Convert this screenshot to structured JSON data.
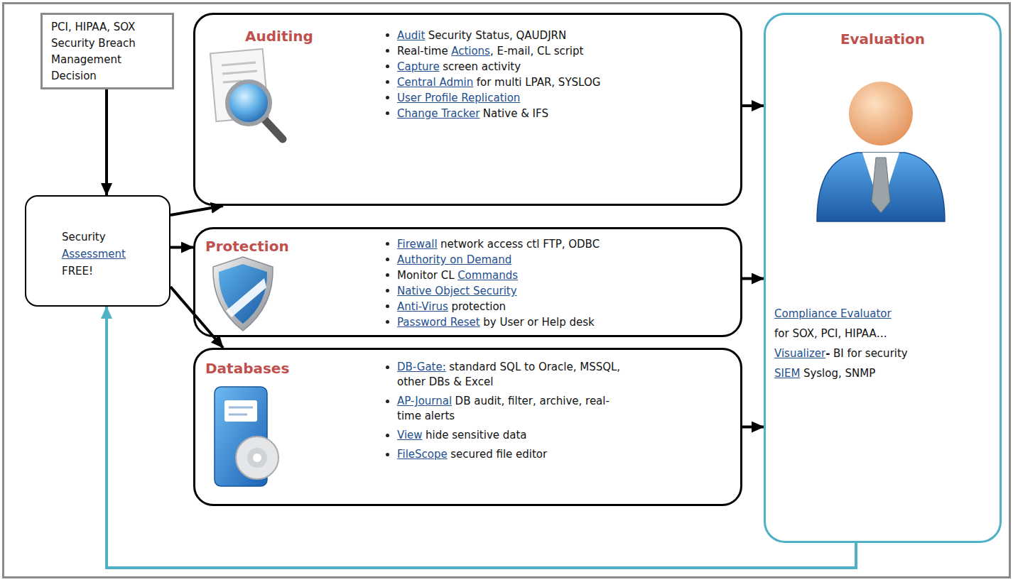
{
  "diagram": {
    "nodes": [
      {
        "text": [
          "PCI, HIPAA, SOX Security Breach Management Decision"
        ]
      },
      {
        "text": [
          "Security",
          "Assessment",
          "FREE!"
        ]
      },
      {
        "text": [
          "Auditing",
          "Audit",
          "Security Status, QAUDJRN",
          "Real-time",
          "Actions",
          ", E-mail, CL script",
          "Capture",
          "screen activity",
          "Central Admin",
          "for multi LPAR, SYSLOG",
          "User Profile Replication",
          "Change Tracker",
          "Native & IFS"
        ]
      },
      {
        "text": [
          "Protection",
          "Firewall",
          "network access ctl FTP, ODBC",
          "Authority on Demand",
          "Monitor CL",
          "Commands",
          "Native Object Security",
          "Anti-Virus",
          "protection",
          "Password Reset",
          "by User or Help desk"
        ]
      },
      {
        "text": [
          "Databases",
          "DB-Gate:",
          "standard SQL to Oracle, MSSQL, other DBs & Excel",
          "AP-Journal",
          "DB audit, filter, archive, real-time alerts",
          "View",
          "hide sensitive data",
          "FileScope",
          "secured file editor"
        ]
      },
      {
        "text": [
          "Evaluation",
          "Compliance Evaluator",
          "for SOX, PCI, HIPAA…",
          "Visualizer",
          "-",
          "BI for security",
          "SIEM",
          "Syslog, SNMP"
        ]
      }
    ],
    "edges": [
      {
        "from": 0,
        "to": 1,
        "arrow": "to"
      },
      {
        "from": 1,
        "to": 2,
        "arrow": "to"
      },
      {
        "from": 1,
        "to": 3,
        "arrow": "to"
      },
      {
        "from": 1,
        "to": 4,
        "arrow": "to"
      },
      {
        "from": 2,
        "to": 5,
        "arrow": "to"
      },
      {
        "from": 3,
        "to": 5,
        "arrow": "to"
      },
      {
        "from": 4,
        "to": 5,
        "arrow": "to"
      },
      {
        "from": 5,
        "to": 1,
        "arrow": "to"
      }
    ]
  }
}
